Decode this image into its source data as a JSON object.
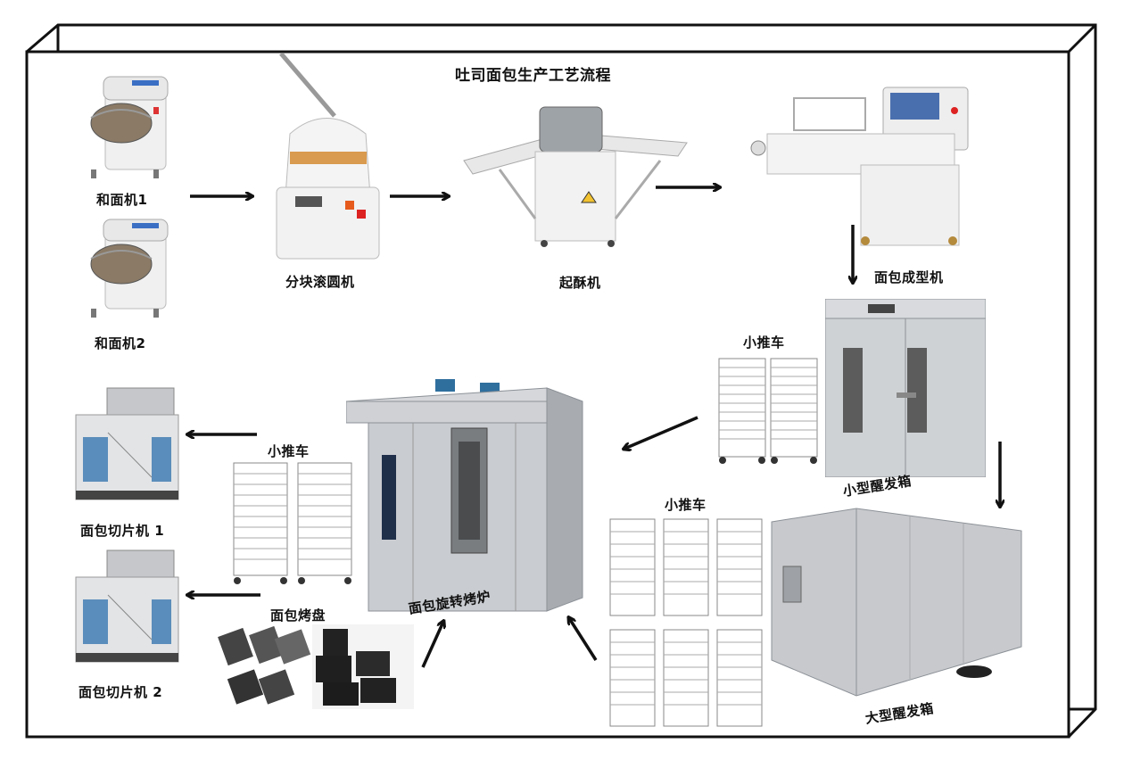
{
  "title": "吐司面包生产工艺流程",
  "labels": {
    "mixer1": "和面机1",
    "mixer2": "和面机2",
    "divider": "分块滚圆机",
    "sheeter": "起酥机",
    "moulder": "面包成型机",
    "cart1": "小推车",
    "small_proofer": "小型醒发箱",
    "cart2": "小推车",
    "big_proofer": "大型醒发箱",
    "oven": "面包旋转烤炉",
    "cart3": "小推车",
    "pans": "面包烤盘",
    "slicer1": "面包切片机 1",
    "slicer2": "面包切片机 2"
  },
  "colors": {
    "frame": "#111111",
    "steel": "#c9ccd0",
    "steel_dark": "#8d9298",
    "white_machine": "#f2f2f2",
    "pan": "#2b2b2b"
  }
}
